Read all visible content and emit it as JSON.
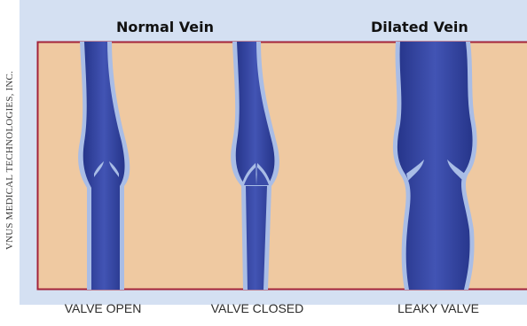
{
  "credit": "VNUS MEDICAL TECHNOLOGIES, INC.",
  "headings": {
    "normal": "Normal Vein",
    "dilated": "Dilated Vein"
  },
  "captions": {
    "valve_open": "VALVE OPEN",
    "valve_closed": "VALVE CLOSED",
    "leaky_valve": "LEAKY VALVE"
  },
  "colors": {
    "frame_blue": "#d4e0f2",
    "tissue": "#efc9a1",
    "border_red": "#a3233a",
    "vein_dark": "#2f3f96",
    "vein_edge": "#a9bde6"
  }
}
